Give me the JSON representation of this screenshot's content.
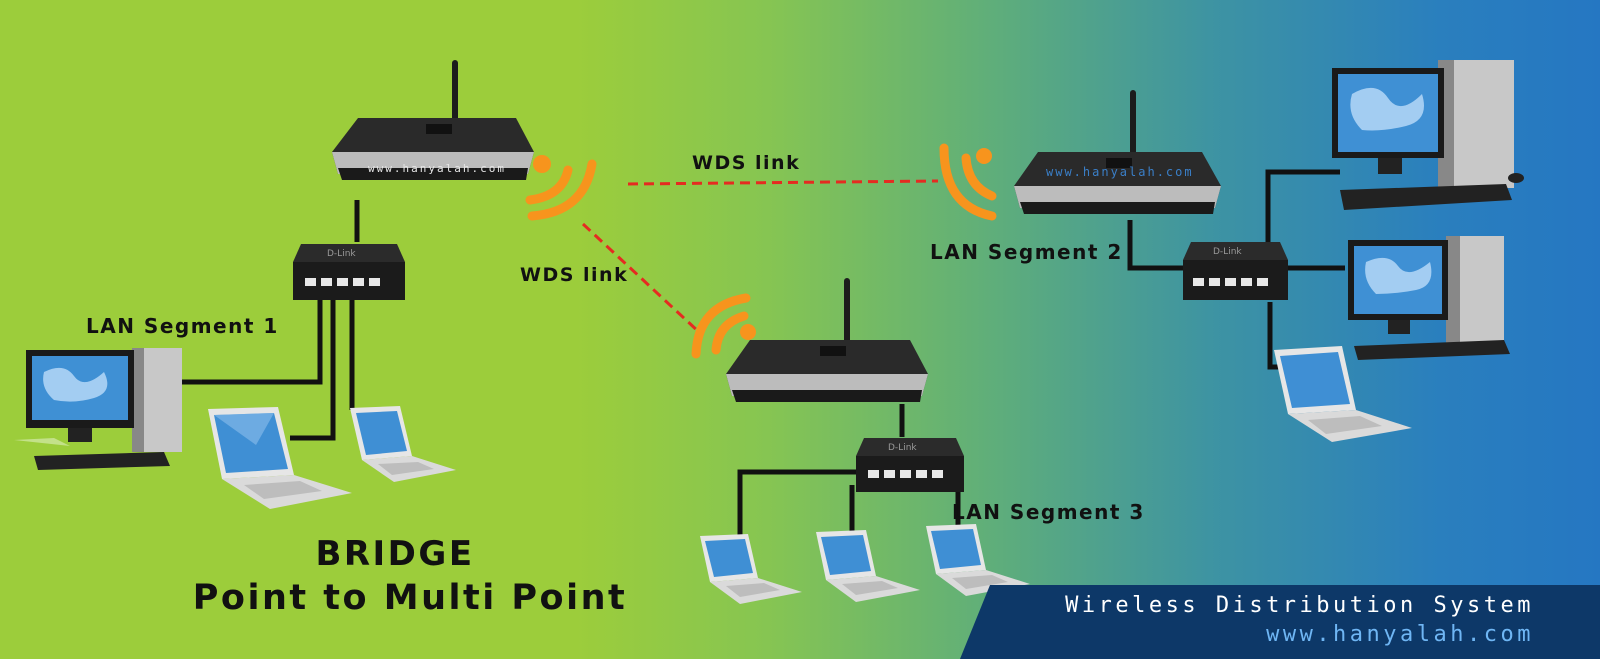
{
  "title": {
    "main": "BRIDGE",
    "sub": "Point to Multi Point"
  },
  "banner": {
    "line1": "Wireless Distribution System",
    "line2": "www.hanyalah.com"
  },
  "watermark": "www.hanyalah.com",
  "switch_brand": "D-Link",
  "links": [
    {
      "label": "WDS link"
    },
    {
      "label": "WDS link"
    }
  ],
  "segments": [
    {
      "label": "LAN Segment 1"
    },
    {
      "label": "LAN Segment 2"
    },
    {
      "label": "LAN Segment 3"
    }
  ],
  "colors": {
    "background_left": "#9ccd3b",
    "background_right": "#2577c2",
    "wds_link": "#e52b21",
    "wireless_icon": "#f7941d",
    "banner": "#0d3868",
    "cable": "#111111"
  }
}
